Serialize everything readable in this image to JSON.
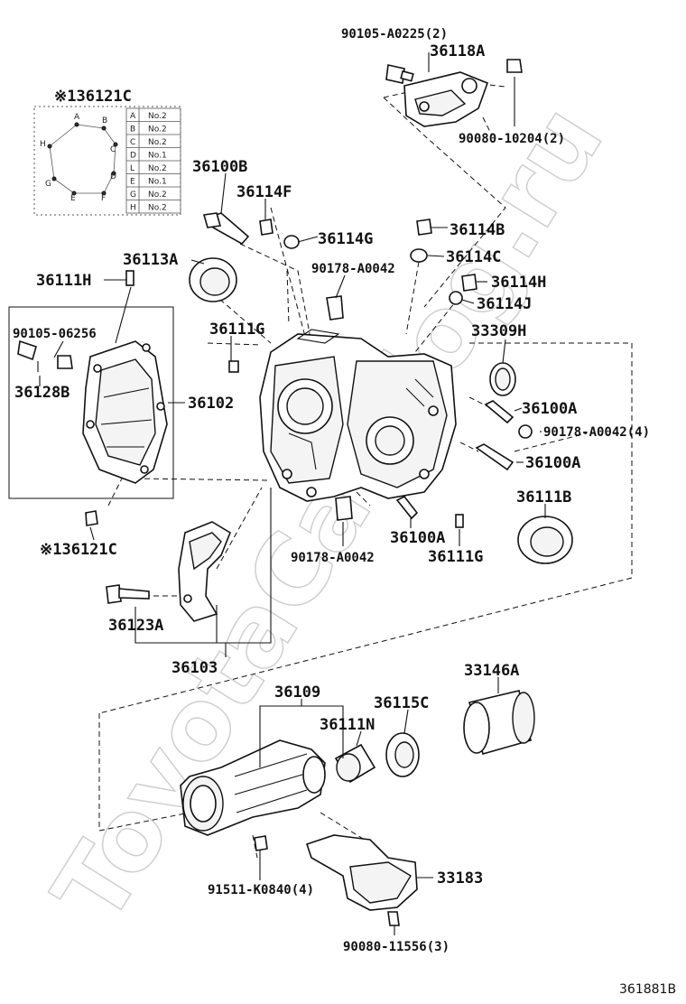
{
  "labels": {
    "p90105_A0225": "90105-A0225(2)",
    "p36118A": "36118A",
    "p90080_10204": "90080-10204(2)",
    "p36121C_top": "※136121C",
    "p36100B": "36100B",
    "p36114F": "36114F",
    "p36114G": "36114G",
    "p36114B": "36114B",
    "p36114C": "36114C",
    "p36113A": "36113A",
    "p90178_A0042_top": "90178-A0042",
    "p36114H": "36114H",
    "p36111H": "36111H",
    "p36114J": "36114J",
    "p90105_06256": "90105-06256",
    "p36111G_top": "36111G",
    "p33309H": "33309H",
    "p36128B": "36128B",
    "p36102": "36102",
    "p36100A_1": "36100A",
    "p90178_A0042_4": "90178-A0042(4)",
    "p36100A_2": "36100A",
    "p36111B": "36111B",
    "p36100A_3": "36100A",
    "p36121C_bot": "※136121C",
    "p90178_A0042_bot": "90178-A0042",
    "p36111G_bot": "36111G",
    "p36123A": "36123A",
    "p36103": "36103",
    "p33146A": "33146A",
    "p36109": "36109",
    "p36115C": "36115C",
    "p36111N": "36111N",
    "p91511_K0840": "91511-K0840(4)",
    "p33183": "33183",
    "p90080_11556": "90080-11556(3)",
    "diagram_id": "361881B"
  },
  "legend_table": [
    {
      "key": "A",
      "value": "No.2"
    },
    {
      "key": "B",
      "value": "No.2"
    },
    {
      "key": "C",
      "value": "No.2"
    },
    {
      "key": "D",
      "value": "No.1"
    },
    {
      "key": "L",
      "value": "No.2"
    },
    {
      "key": "E",
      "value": "No.1"
    },
    {
      "key": "G",
      "value": "No.2"
    },
    {
      "key": "H",
      "value": "No.2"
    }
  ],
  "octagon_letters": [
    "A",
    "B",
    "C",
    "D",
    "E",
    "F",
    "G",
    "H"
  ],
  "watermark": "ToyotaCatalog.ru"
}
